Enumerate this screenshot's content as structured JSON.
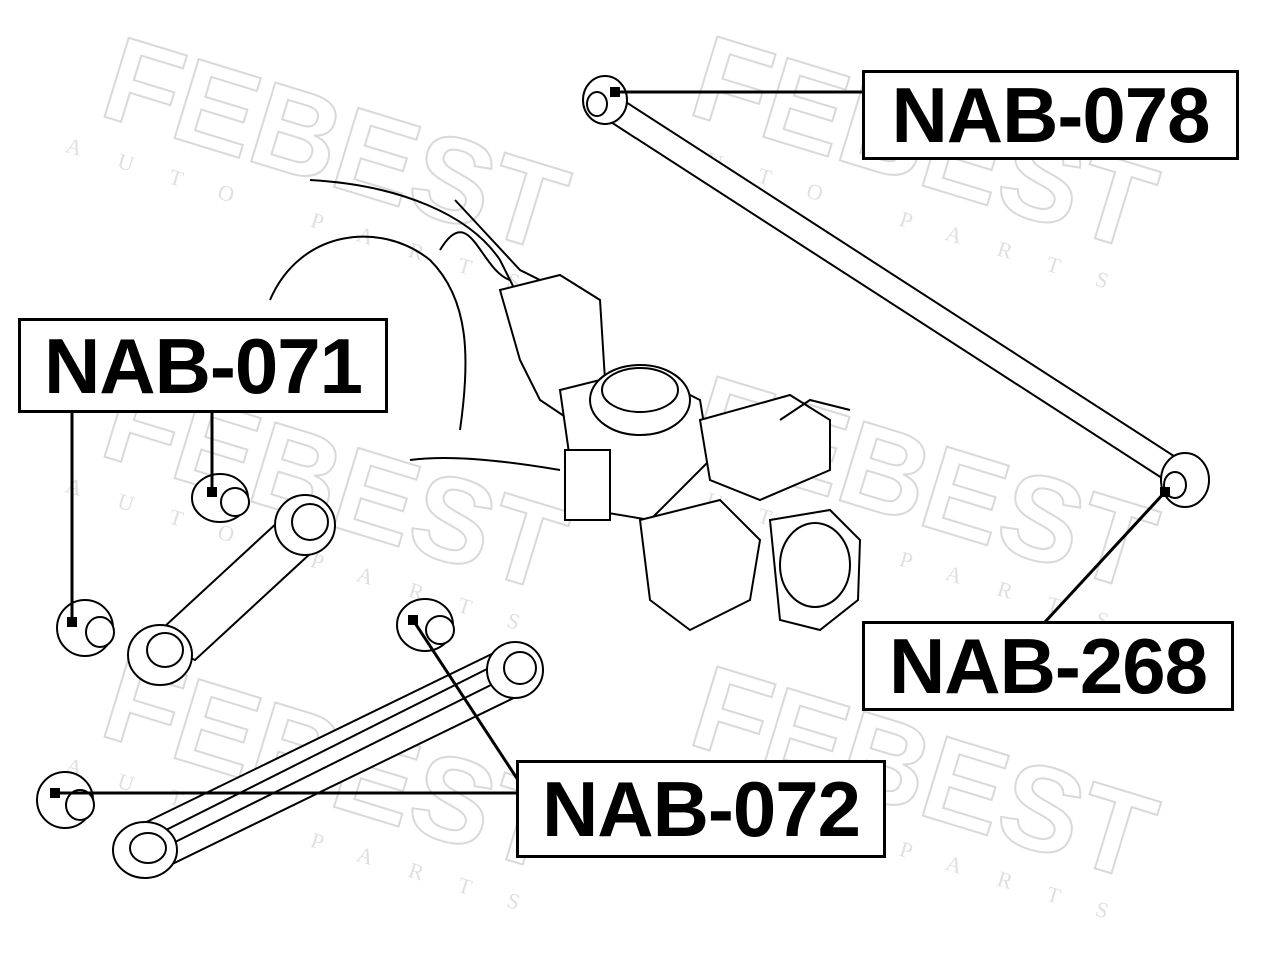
{
  "watermark": {
    "brand": "FEBEST",
    "sub": "AUTO PARTS"
  },
  "labels": {
    "nab078": "NAB-078",
    "nab071": "NAB-071",
    "nab268": "NAB-268",
    "nab072": "NAB-072"
  },
  "colors": {
    "line": "#000000",
    "watermark": "#d9d9d9",
    "background": "#ffffff"
  }
}
